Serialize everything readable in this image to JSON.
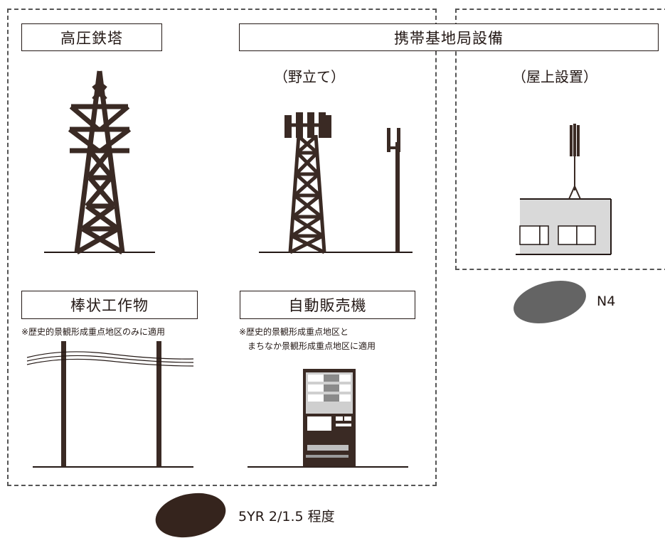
{
  "colors": {
    "structure": "#3a2a24",
    "swatch_brown": "#35241d",
    "swatch_gray": "#646464",
    "building": "#d9d9d9",
    "dash": "#555555"
  },
  "groups": {
    "high_voltage": {
      "title": "高圧鉄塔"
    },
    "mobile_station": {
      "title": "携帯基地局設備",
      "freestanding": "（野立て）",
      "rooftop": "（屋上設置）"
    },
    "pole": {
      "title": "棒状工作物",
      "note": "※歴史的景観形成重点地区のみに適用"
    },
    "vending": {
      "title": "自動販売機",
      "note": "※歴史的景観形成重点地区と\n　まちなか景観形成重点地区に適用"
    }
  },
  "legend": {
    "brown_label": "5YR 2/1.5 程度",
    "gray_label": "N4"
  }
}
